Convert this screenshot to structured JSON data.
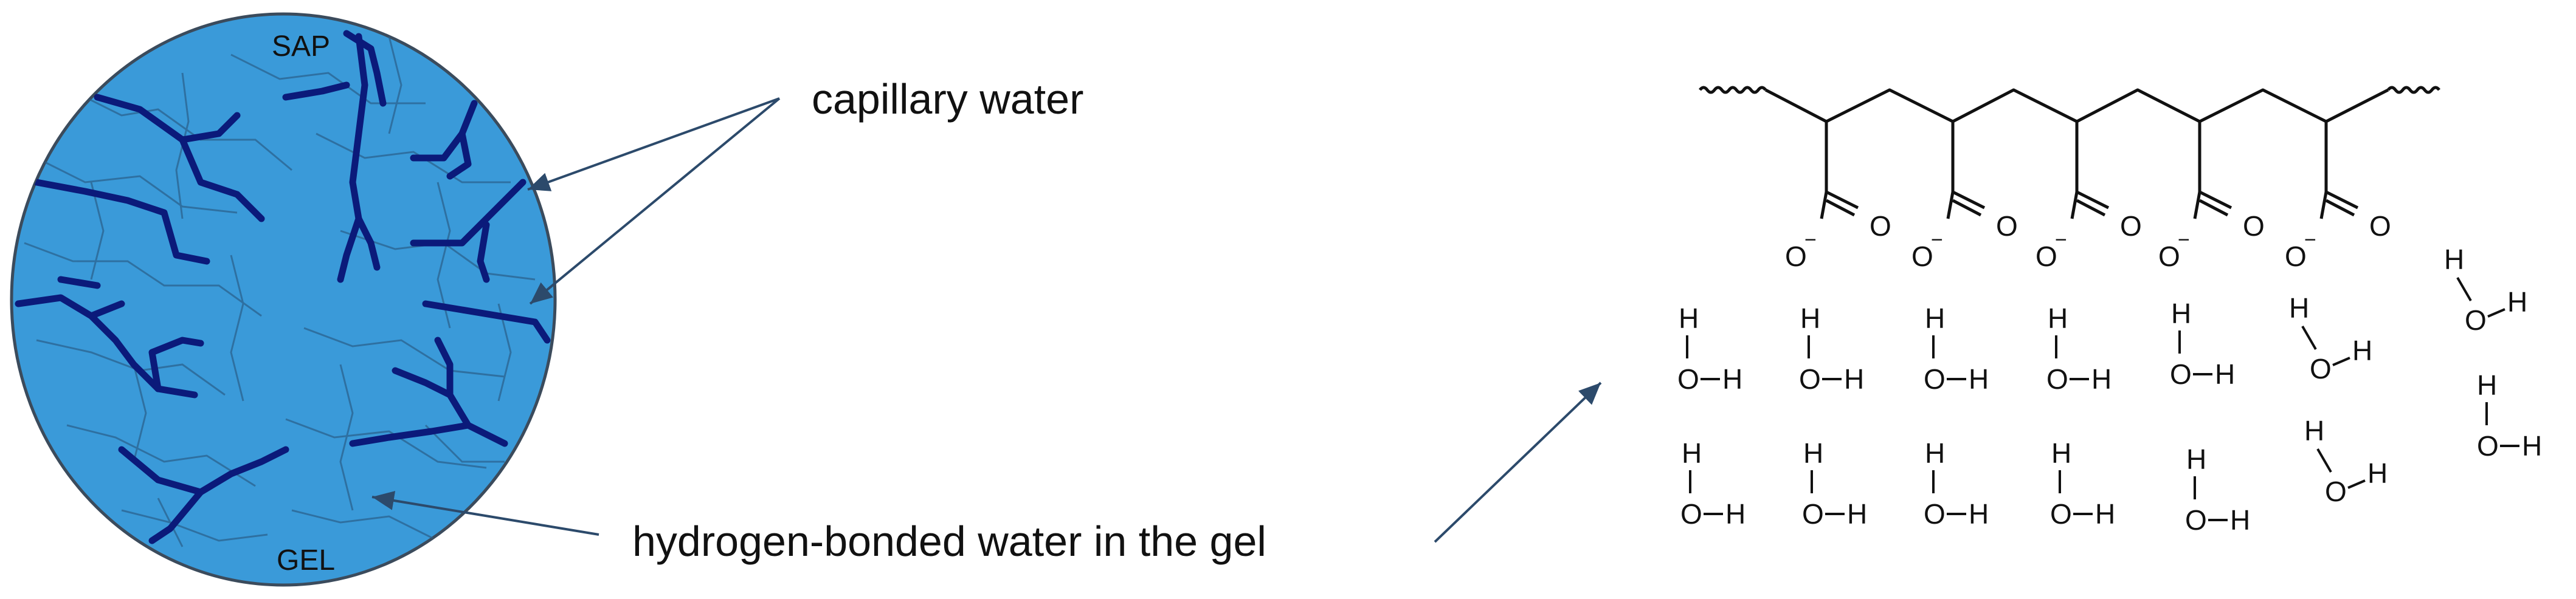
{
  "labels": {
    "sap": "SAP",
    "gel": "GEL",
    "capillary_water": "capillary water",
    "hydrogen_bonded_water": "hydrogen-bonded water in the gel"
  },
  "chemistry": {
    "oxygen": "O",
    "hydrogen": "H",
    "charge": "−"
  },
  "colors": {
    "sphere_fill": "#3a9ad9",
    "sphere_edge": "#3b4b5c",
    "capillary": "#0b1a7a",
    "crack": "#2a5f8a",
    "arrow": "#2c4a6b",
    "text": "#111111"
  }
}
